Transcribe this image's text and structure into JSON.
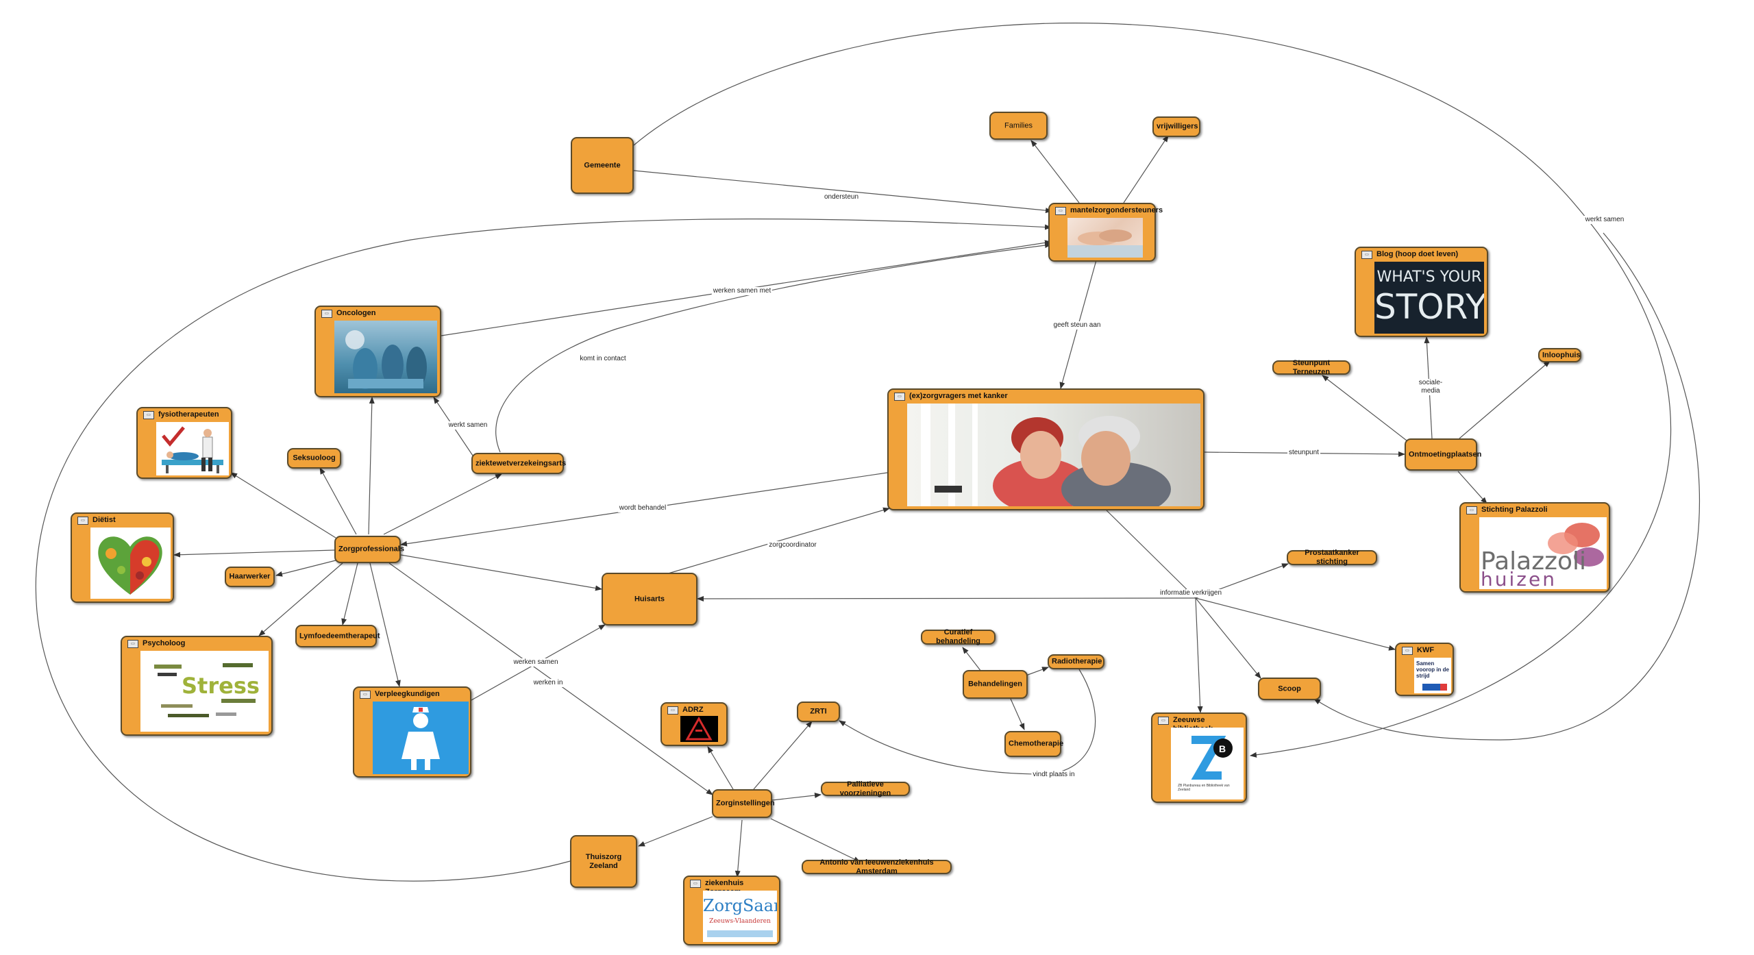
{
  "nodes": {
    "gemeente": "Gemeente",
    "families": "Families",
    "vrijwilligers": "vrijwilligers",
    "mantelzorg": "mantelzorgondersteuners",
    "oncologen": "Oncologen",
    "blog": "Blog (hoop doet leven)",
    "blog_text1": "WHAT'S YOUR",
    "blog_text2": "STORY",
    "steunpunt_terneuzen": "Steunpunt Terneuzen",
    "inloophuis": "Inloophuis",
    "fysio": "fysiotherapeuten",
    "seksuoloog": "Seksuoloog",
    "ziektewet": "ziektewetverzekeingsarts",
    "exzorgvragers": "(ex)zorgvragers met kanker",
    "ontmoeting": "Ontmoetingplaatsen",
    "dietist": "Diëtist",
    "zorgprofessionals": "Zorgprofessionals",
    "palazzoli": "Stichting Palazzoli",
    "palazzoli_text1": "Palazzoli",
    "palazzoli_text2": "huizen",
    "haarwerker": "Haarwerker",
    "huisarts": "Huisarts",
    "prostaat": "Prostaatkanker stichting",
    "psycholoog": "Psycholoog",
    "psych_word": "Stress",
    "lymf": "Lymfoedeemtherapeut",
    "curatief": "Curatief behandeling",
    "radiotherapie": "Radiotherapie",
    "behandelingen": "Behandelingen",
    "kwf": "KWF",
    "kwf_text": "Samen voorop in de strijd",
    "verpleeg": "Verpleegkundigen",
    "scoop": "Scoop",
    "adrz": "ADRZ",
    "zrti": "ZRTI",
    "zeeuwse": "Zeeuwse bibliotheek",
    "zeeuwse_caption": "ZB Planbureau en Bibliotheek van Zeeland",
    "chemo": "Chemotherapie",
    "palliatief": "Palliatieve voorzieningen",
    "zorginstellingen": "Zorginstellingen",
    "antonio": "Antonio van leeuwenziekenhuis Amsterdam",
    "thuiszorg": "Thuiszorg Zeeland",
    "zorgsaam": "ziekenhuis Zorgsaam",
    "zorgsaam_text1": "ZorgSaam",
    "zorgsaam_text2": "Zeeuws-Vlaanderen"
  },
  "edge_labels": {
    "ondersteun": "ondersteun",
    "werken_samen_met": "werken samen met",
    "komt_in_contact": "komt in contact",
    "geeft_steun_aan": "geeft steun aan",
    "werkt_samen_top": "werkt samen",
    "sociale_media": "sociale-\nmedia",
    "werkt_samen_onc": "werkt samen",
    "steunpunt": "steunpunt",
    "wordt_behandel": "wordt behandel",
    "zorgcoordinator": "zorgcoordinator",
    "informatie": "informatie verkrijgen",
    "werken_samen": "werken samen",
    "werken_in": "werken in",
    "vindt_plaats_in": "vindt plaats in"
  },
  "icons": {
    "image_node_icon": "image-frame-icon"
  },
  "colors": {
    "node_fill": "#f0a23a",
    "node_border": "#5a4a2a",
    "edge": "#555555"
  }
}
